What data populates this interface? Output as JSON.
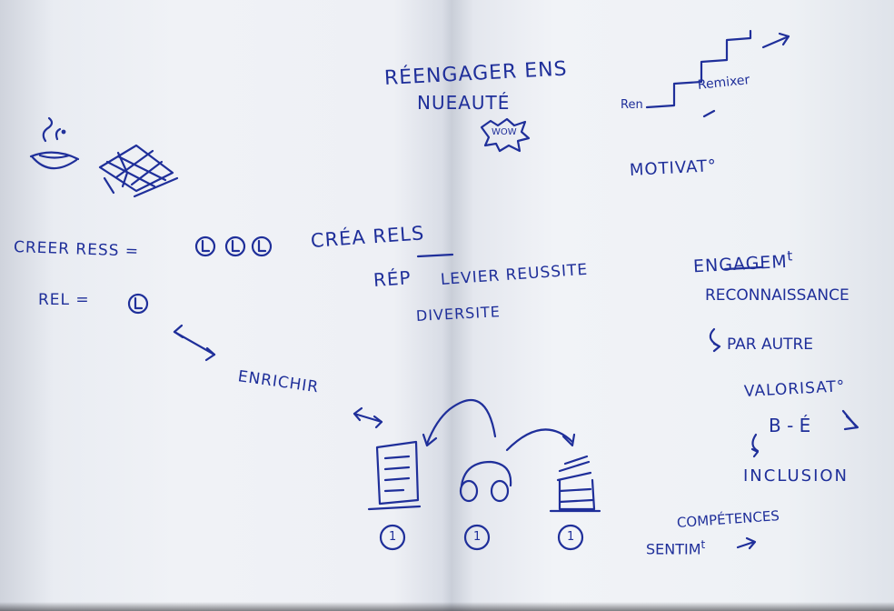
{
  "notes": {
    "title_line1": "RÉENGAGER ENS",
    "title_line2": "NUEAUTÉ",
    "wow": "WOW",
    "ren": "Ren",
    "remixer": "Remixer",
    "motivation": "MOTIVAT°",
    "creer_ress": "CREER RESS =",
    "crea_rels": "CRÉA RELS",
    "rel": "REL =",
    "rep": "RÉP",
    "levier": "LEVIER REUSSITE",
    "diversite": "DIVERSITE",
    "enrichir": "ENRICHIR",
    "engagement": "ENGAGEM",
    "engagement_sup": "t",
    "reconnaissance": "RECONNAISSANCE",
    "par_autre": "PAR AUTRE",
    "valorisation": "VALORISAT°",
    "be": "B - É",
    "inclusion": "INCLUSION",
    "competences": "COMPÉTENCES",
    "sentiment": "SENTIM",
    "sentiment_sup": "t",
    "circled_numbers": [
      "1",
      "1",
      "1"
    ]
  }
}
